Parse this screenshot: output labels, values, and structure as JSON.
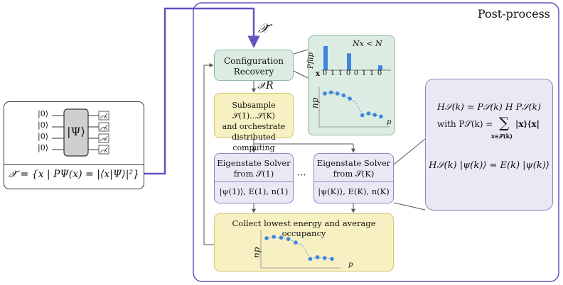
{
  "post_process": {
    "label": "Post-process"
  },
  "input": {
    "chi_tilde": "𝒳̃",
    "formula": "𝒳̃ = {x | PΨ(x) = |⟨x|Ψ⟩|²}",
    "kets": [
      "|0⟩",
      "|0⟩",
      "|0⟩",
      "|0⟩"
    ],
    "psi_label": "|Ψ⟩"
  },
  "config_recovery": {
    "line1": "Configuration",
    "line2": "Recovery"
  },
  "chi_r": "𝒳R",
  "subsample": {
    "line1": "Subsample 𝒮(1)...𝒮(K)",
    "line2": "and orchestrate",
    "line3": "distributed computing"
  },
  "solver1": {
    "line1": "Eigenstate Solver",
    "line2": "from 𝒮(1)",
    "line3": "|ψ(1)⟩, E(1), n(1)"
  },
  "solverK": {
    "line1": "Eigenstate Solver",
    "line2": "from 𝒮(K)",
    "line3": "|ψ(K)⟩, E(K), n(K)"
  },
  "ellipsis": "···",
  "collect": {
    "label": "Collect lowest energy and average occupancy"
  },
  "hamiltonian": {
    "line1": "H𝒮(k) = P𝒮(k) H P𝒮(k)",
    "line2_prefix": "with P𝒮(k) =",
    "sum_sym": "∑",
    "sum_sub": "x∈𝒮(k)",
    "proj": "|x⟩⟨x|",
    "line3": "H𝒮(k) |ψ(k)⟩ = E(k) |ψ(k)⟩"
  },
  "bar_panel": {
    "condition": "Nx < N",
    "y_label": "Pflip",
    "x_label": "x",
    "bits": [
      "0",
      "1",
      "1",
      "0",
      "0",
      "1",
      "1",
      "0"
    ],
    "values": [
      1.0,
      0,
      0,
      0.7,
      0,
      0,
      0,
      0.2
    ]
  },
  "occ_panel": {
    "y_label": "np",
    "x_label": "p",
    "points": [
      0.93,
      0.97,
      0.93,
      0.87,
      0.76,
      0.62,
      0.2,
      0.26,
      0.21,
      0.16
    ]
  },
  "collect_panel": {
    "y_label": "np",
    "x_label": "p",
    "points": [
      0.85,
      0.9,
      0.87,
      0.82,
      0.7,
      0.58,
      0.12,
      0.18,
      0.15,
      0.12
    ]
  },
  "colors": {
    "purple": "#6a4fc0",
    "green_fill": "#dcece2",
    "green_stroke": "#8cbb9e",
    "yellow_fill": "#f6f0c2",
    "yellow_stroke": "#d6c66a",
    "lav_fill": "#ebe8f6",
    "lav_stroke": "#8d86c4",
    "bar_blue": "#3d86e0"
  }
}
